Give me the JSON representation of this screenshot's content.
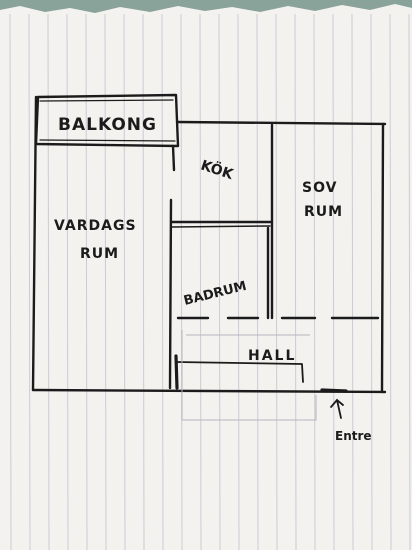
{
  "labels": {
    "balkong": "BALKONG",
    "kok": "KÖK",
    "vardagsrum_line1": "VARDAGS",
    "vardagsrum_line2": "RUM",
    "sovrum_line1": "SOV",
    "sovrum_line2": "RUM",
    "badrum": "BADRUM",
    "hall": "HALL",
    "entre": "Entre"
  },
  "colors": {
    "paper": "#f3f2ef",
    "ink": "#1b1b1b",
    "rule_line": "#c9ccd6",
    "margin_line": "#d9dbe3",
    "background": "#8aa39a"
  }
}
